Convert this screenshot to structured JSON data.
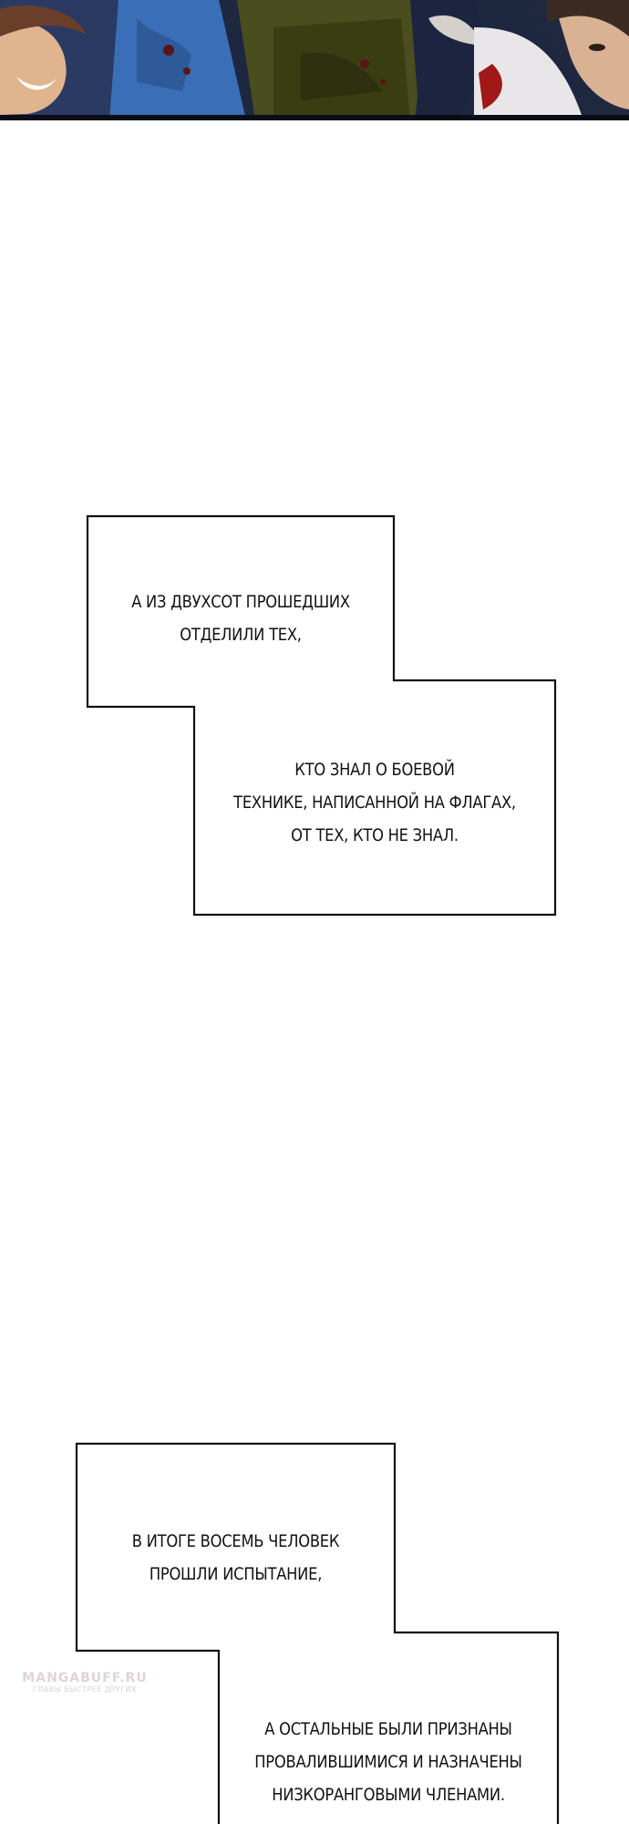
{
  "page": {
    "background": "#ffffff"
  },
  "top_image": {
    "name": "manga-panel-crowd"
  },
  "captions": [
    {
      "text": "А ИЗ ДВУХСОТ ПРОШЕДШИХ\nОТДЕЛИЛИ ТЕХ,"
    },
    {
      "text": "КТО ЗНАЛ О БОЕВОЙ\nТЕХНИКЕ, НАПИСАННОЙ НА ФЛАГАХ,\nОТ ТЕХ, КТО НЕ ЗНАЛ."
    },
    {
      "text": "В ИТОГЕ ВОСЕМЬ ЧЕЛОВЕК\nПРОШЛИ ИСПЫТАНИЕ,"
    },
    {
      "text": "А ОСТАЛЬНЫЕ БЫЛИ ПРИЗНАНЫ\nПРОВАЛИВШИМИСЯ И НАЗНАЧЕНЫ\nНИЗКОРАНГОВЫМИ ЧЛЕНАМИ."
    }
  ],
  "watermark": {
    "title": "MANGABUFF.RU",
    "subtitle": "ГЛАВЫ БЫСТРЕЕ ДРУГИХ"
  }
}
